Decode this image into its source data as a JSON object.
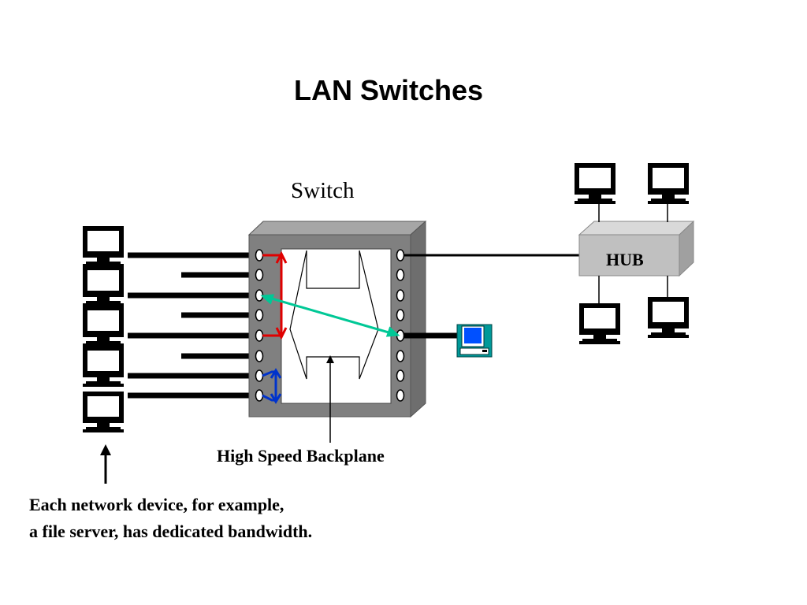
{
  "slide": {
    "title": "LAN Switches",
    "switch_label": "Switch",
    "hub_label": "HUB",
    "backplane_label": "High Speed Backplane",
    "note_lines": [
      "Each network device, for example,",
      "a file server, has dedicated bandwidth."
    ]
  },
  "colors": {
    "switch_frame": "#808080",
    "switch_top": "#a6a6a6",
    "hub_body": "#c0c0c0",
    "red_link": "#e00000",
    "teal_link": "#00c896",
    "blue_link": "#0033cc",
    "server_case": "#009999",
    "server_screen": "#0050ff"
  },
  "icons": {
    "workstation": "computer-monitor-icon",
    "file_server": "desktop-computer-icon"
  }
}
